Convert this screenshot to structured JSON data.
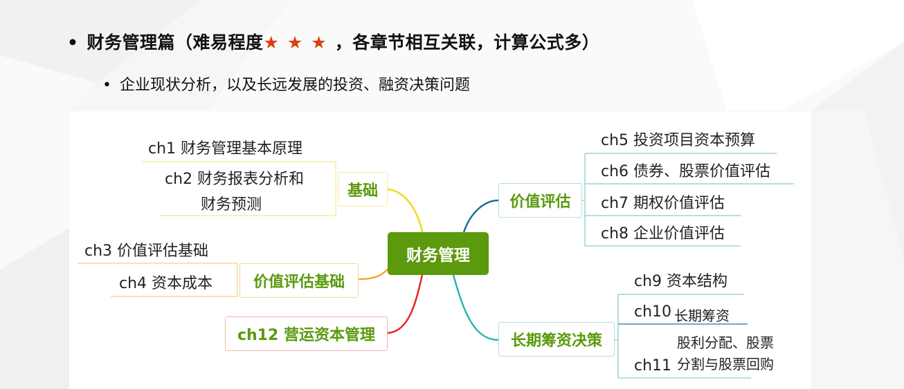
{
  "slide": {
    "heading": {
      "bullet": "•",
      "text_before": "财务管理篇（难易程度",
      "stars": "★★★",
      "text_after": "，各章节相互关联，计算公式多）"
    },
    "subheading": {
      "bullet": "•",
      "text": "企业现状分析，以及长远发展的投资、融资决策问题"
    }
  },
  "mindmap": {
    "root": "财务管理",
    "colors": {
      "root_fill": "#5a9a0c",
      "topic_text": "#5a9a0c",
      "branch_jichu": "#f2d91a",
      "branch_jiazhipinggujichu": "#f5a623",
      "branch_yingyun": "#e8231f",
      "branch_jiazhipinggu": "#1a6e8e",
      "branch_changqi": "#2bb5b0",
      "star": "#d9410f"
    },
    "branches": {
      "jichu": {
        "label": "基础",
        "children": [
          "ch1 财务管理基本原理",
          "ch2 财务报表分析和",
          "财务预测"
        ]
      },
      "jiazhipinggujichu": {
        "label": "价值评估基础",
        "children": [
          "ch3 价值评估基础",
          "ch4 资本成本"
        ]
      },
      "yingyun": {
        "label": "ch12 营运资本管理"
      },
      "jiazhipinggu": {
        "label": "价值评估",
        "children": [
          "ch5 投资项目资本预算",
          "ch6 债券、股票价值评估",
          "ch7 期权价值评估",
          "ch8 企业价值评估"
        ]
      },
      "changqi": {
        "label": "长期筹资决策",
        "children": [
          "ch9 资本结构",
          "ch10",
          "长期筹资",
          "股利分配、股票",
          "ch11",
          "分割与股票回购"
        ]
      }
    }
  }
}
